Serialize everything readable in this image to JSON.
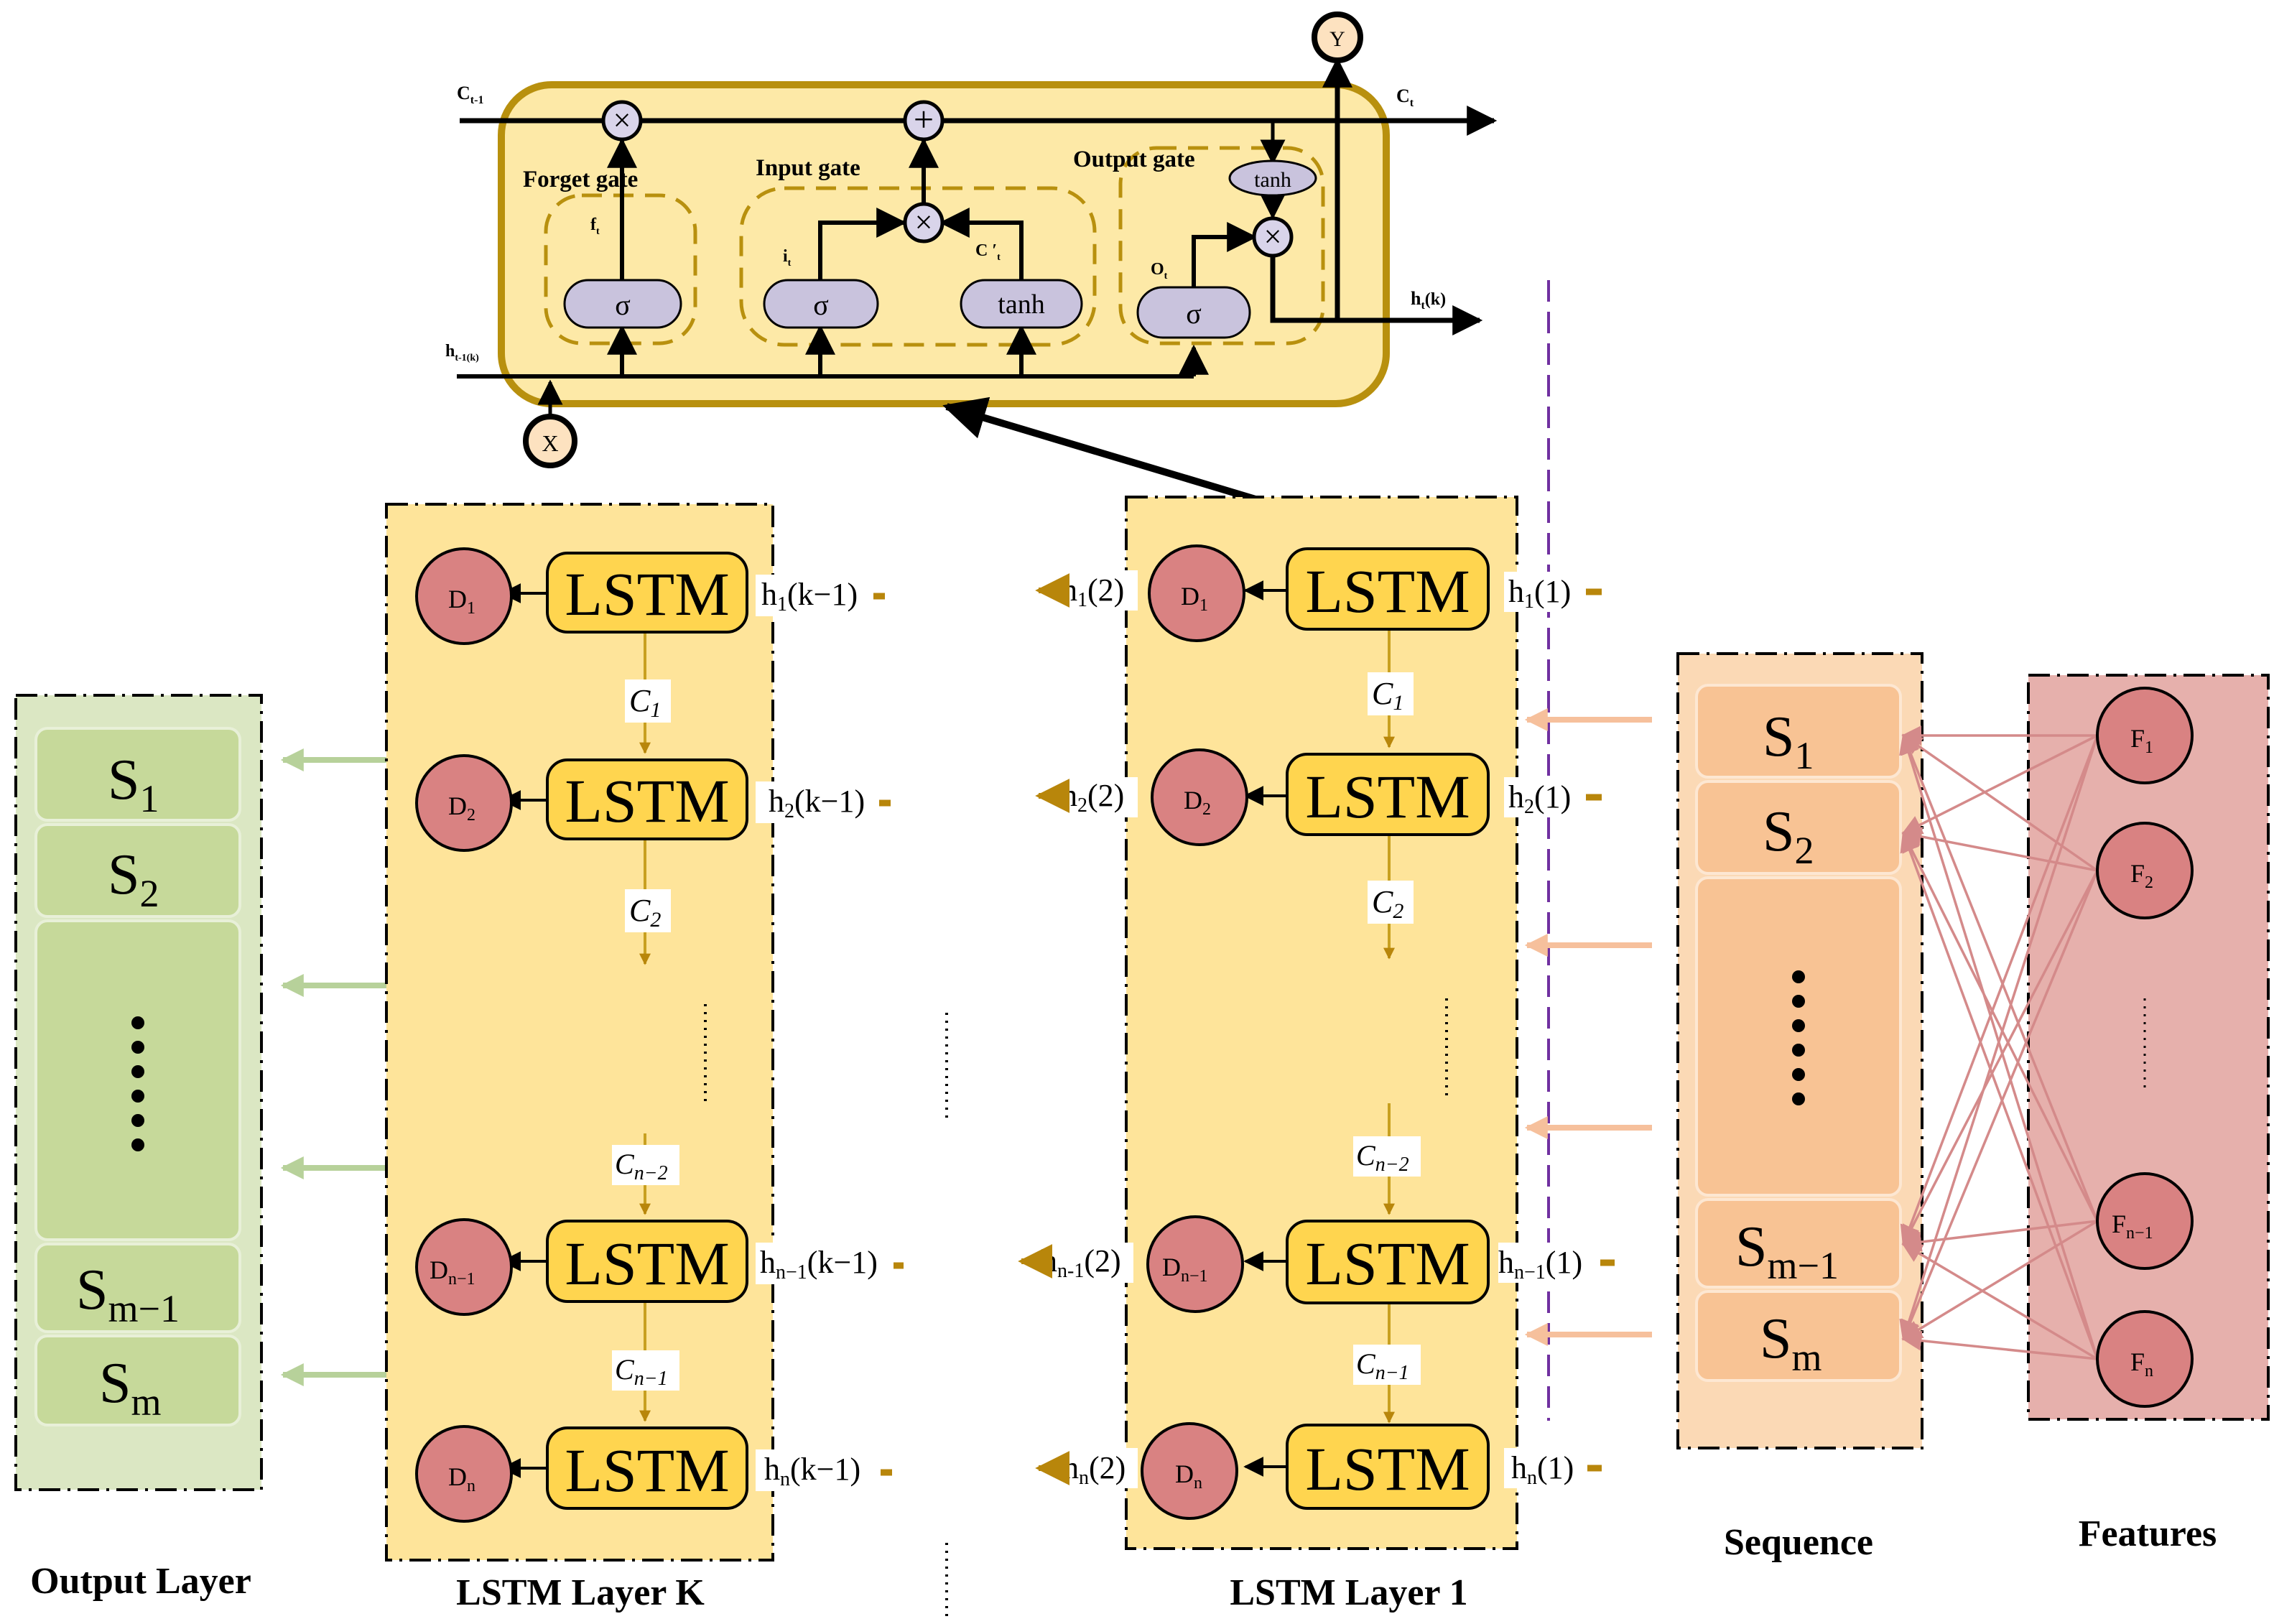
{
  "cell": {
    "ct_prev": "C",
    "ct_prev_sub": "t-1",
    "ct": "C",
    "ct_sub": "t",
    "ht_prev": "h",
    "ht_prev_sub": "t-1(k)",
    "ht": "h",
    "ht_sub": "t",
    "ht_suffix": "(k)",
    "x": "X",
    "y": "Y",
    "forget_gate": "Forget gate",
    "input_gate": "Input gate",
    "output_gate": "Output gate",
    "ft": "f",
    "ft_sub": "t",
    "it": "i",
    "it_sub": "t",
    "ct_cand": "C ′",
    "ct_cand_sub": "t",
    "ot": "O",
    "ot_sub": "t",
    "sigma": "σ",
    "tanh": "tanh",
    "times": "×",
    "plus": "+"
  },
  "lstm_label": "LSTM",
  "layer_k": {
    "title": "LSTM Layer K",
    "d": [
      {
        "m": "D",
        "s": "1"
      },
      {
        "m": "D",
        "s": "2"
      },
      {
        "m": "D",
        "s": "n−1"
      },
      {
        "m": "D",
        "s": "n"
      }
    ],
    "h_in": [
      {
        "m": "h",
        "s": "1",
        "t": "(k−1)"
      },
      {
        "m": "h",
        "s": "2",
        "t": "(k−1)"
      },
      {
        "m": "h",
        "s": "n−1",
        "t": "(k−1)"
      },
      {
        "m": "h",
        "s": "n",
        "t": "(k−1)"
      }
    ],
    "c": [
      {
        "m": "C",
        "s": "1"
      },
      {
        "m": "C",
        "s": "2"
      },
      {
        "m": "C",
        "s": "n−2"
      },
      {
        "m": "C",
        "s": "n−1"
      }
    ]
  },
  "layer_1": {
    "title": "LSTM Layer 1",
    "d": [
      {
        "m": "D",
        "s": "1"
      },
      {
        "m": "D",
        "s": "2"
      },
      {
        "m": "D",
        "s": "n−1"
      },
      {
        "m": "D",
        "s": "n"
      }
    ],
    "h_in": [
      {
        "m": "h",
        "s": "1",
        "t": "(1)"
      },
      {
        "m": "h",
        "s": "2",
        "t": "(1)"
      },
      {
        "m": "h",
        "s": "n−1",
        "t": "(1)"
      },
      {
        "m": "h",
        "s": "n",
        "t": "(1)"
      }
    ],
    "h_out": [
      {
        "m": "h",
        "s": "1",
        "t": "(2)"
      },
      {
        "m": "h",
        "s": "2",
        "t": "(2)"
      },
      {
        "m": "h",
        "s": "n-1",
        "t": "(2)"
      },
      {
        "m": "h",
        "s": "n",
        "t": "(2)"
      }
    ],
    "c": [
      {
        "m": "C",
        "s": "1"
      },
      {
        "m": "C",
        "s": "2"
      },
      {
        "m": "C",
        "s": "n−2"
      },
      {
        "m": "C",
        "s": "n−1"
      }
    ]
  },
  "output_layer": {
    "title": "Output Layer",
    "s": [
      {
        "m": "S",
        "s": "1"
      },
      {
        "m": "S",
        "s": "2"
      },
      {
        "m": "S",
        "s": "m−1"
      },
      {
        "m": "S",
        "s": "m"
      }
    ]
  },
  "sequence": {
    "title": "Sequence",
    "s": [
      {
        "m": "S",
        "s": "1"
      },
      {
        "m": "S",
        "s": "2"
      },
      {
        "m": "S",
        "s": "m−1"
      },
      {
        "m": "S",
        "s": "m"
      }
    ]
  },
  "features": {
    "title": "Features",
    "f": [
      {
        "m": "F",
        "s": "1"
      },
      {
        "m": "F",
        "s": "2"
      },
      {
        "m": "F",
        "s": "n−1"
      },
      {
        "m": "F",
        "s": "n"
      }
    ]
  },
  "colors": {
    "cell_fill": "#fde9a7",
    "cell_border": "#b8900e",
    "gold": "#b8860b",
    "lstm_fill": "#ffd54f",
    "layer_fill": "#fee49a",
    "d_fill": "#d98282",
    "gate_fill": "#c9c3dd",
    "output_fill": "#dbe7c3",
    "output_cell": "#c6d99a",
    "green_arrow": "#b7d19a",
    "seq_fill": "#fbd9b5",
    "seq_cell": "#f8c394",
    "seq_arrow": "#f6c09c",
    "feat_fill": "#e6b0ac",
    "pink_line": "#d48a8a",
    "purple": "#7030a0"
  }
}
